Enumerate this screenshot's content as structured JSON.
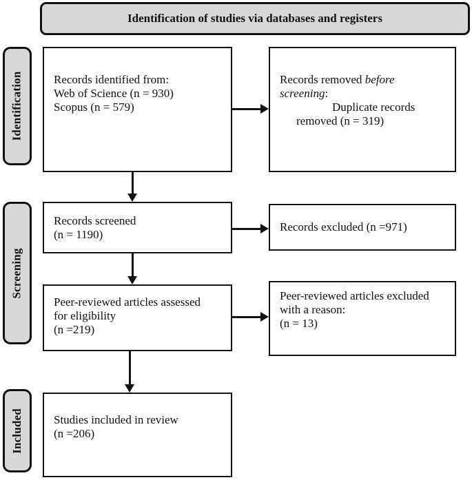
{
  "header": {
    "label": "Identification of studies via databases and registers"
  },
  "stages": [
    {
      "label": "Identification"
    },
    {
      "label": "Screening"
    },
    {
      "label": "Included"
    }
  ],
  "boxes": {
    "identified": {
      "lines": [
        "Records identified from:",
        "Web of Science (n = 930)",
        "Scopus (n = 579)"
      ]
    },
    "removed": {
      "l1_text": "Records removed ",
      "l1_italic": "before",
      "l2_italic": "screening",
      "l2_text": ":",
      "l3": "Duplicate records",
      "l4": "removed (n = 319)"
    },
    "screened": {
      "lines": [
        "Records screened",
        "(n = 1190)"
      ]
    },
    "excluded": {
      "lines": [
        "Records excluded (n =971)"
      ]
    },
    "assessed": {
      "lines": [
        "Peer-reviewed articles assessed",
        "for eligibility",
        "(n =219)"
      ]
    },
    "excluded_reason": {
      "lines": [
        "Peer-reviewed articles excluded",
        "with a reason:",
        "(n = 13)"
      ]
    },
    "included": {
      "lines": [
        "Studies included in review",
        "(n =206)"
      ]
    }
  },
  "colors": {
    "panel_fill": "#d8d8d8",
    "border": "#111111",
    "box_fill": "#ffffff"
  }
}
